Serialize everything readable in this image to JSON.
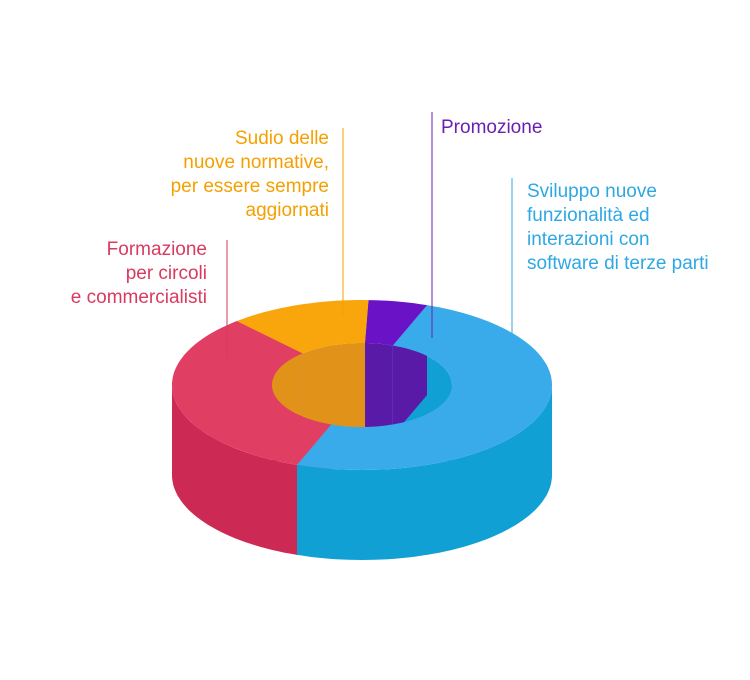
{
  "chart_data": {
    "type": "pie",
    "style": "3d-donut",
    "legend": "none",
    "slices": [
      {
        "label": "Sviluppo nuove\nfunzionalità ed\ninterazioni con\nsoftware di terze parti",
        "value": 50,
        "color": "#3aabea",
        "side_color": "#10a0d4",
        "text_color": "#2ea8e4"
      },
      {
        "label": "Formazione\nper circoli\ne commercialisti",
        "value": 33,
        "color": "#e03e62",
        "side_color": "#cc2a55",
        "text_color": "#d93a5f"
      },
      {
        "label": "Sudio delle\nnuove normative,\nper essere sempre\naggiornati",
        "value": 12,
        "color": "#f9a50c",
        "side_color": "#e09318",
        "text_color": "#f5a000"
      },
      {
        "label": "Promozione",
        "value": 5,
        "color": "#6a12c6",
        "side_color": "#5a1aa8",
        "text_color": "#6a1fb0"
      }
    ]
  }
}
